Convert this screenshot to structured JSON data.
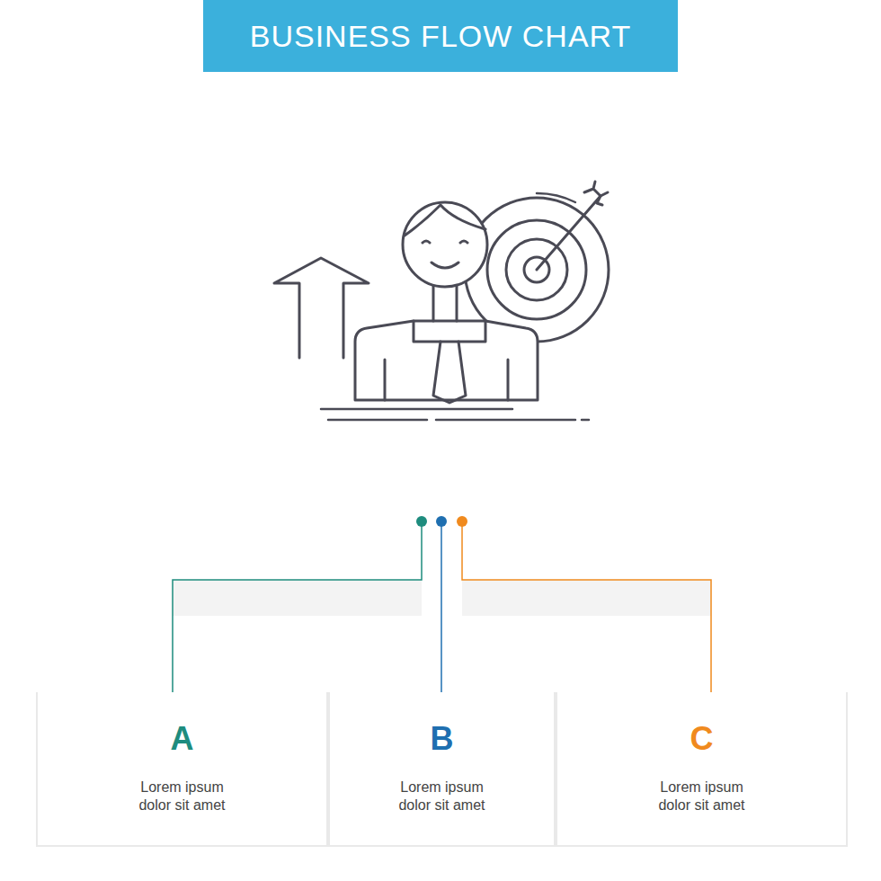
{
  "diagram": {
    "title": "BUSINESS FLOW CHART",
    "nodes": [
      {
        "text": [
          "A",
          "Lorem ipsum dolor sit amet"
        ]
      },
      {
        "text": [
          "B",
          "Lorem ipsum dolor sit amet"
        ]
      },
      {
        "text": [
          "C",
          "Lorem ipsum dolor sit amet"
        ]
      }
    ]
  }
}
